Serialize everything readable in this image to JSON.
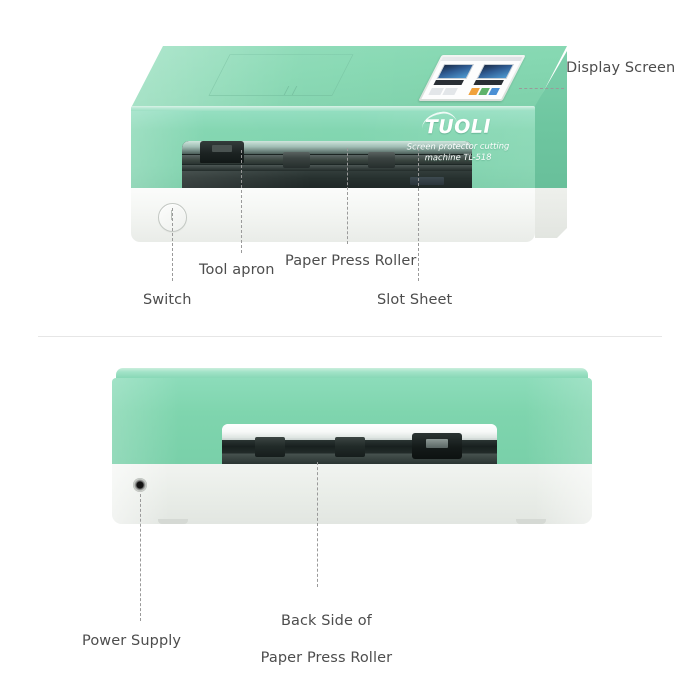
{
  "page": {
    "background_color": "#ffffff",
    "label_color": "#4d4d4d",
    "leader_line_color": "#9a9a9a",
    "divider_color": "#e6e6e6"
  },
  "product": {
    "brand": "TUOLI",
    "description_line_1": "Screen protector cutting",
    "description_line_2": "machine TL-518",
    "model": "TL-518",
    "body_color_green": "#80d5af",
    "body_color_white": "#eef0ec",
    "slot_color_dark": "#1d2624"
  },
  "front_view": {
    "callouts": [
      {
        "id": "display-screen",
        "label": "Display Screen"
      },
      {
        "id": "switch",
        "label": "Switch"
      },
      {
        "id": "tool-apron",
        "label": "Tool apron"
      },
      {
        "id": "paper-press-roller",
        "label": "Paper Press Roller"
      },
      {
        "id": "slot-sheet",
        "label": "Slot Sheet"
      }
    ]
  },
  "back_view": {
    "callouts": [
      {
        "id": "power-supply",
        "label": "Power Supply"
      },
      {
        "id": "back-side-paper-press-roller",
        "label_line_1": "Back Side of",
        "label_line_2": "Paper Press Roller"
      }
    ]
  }
}
